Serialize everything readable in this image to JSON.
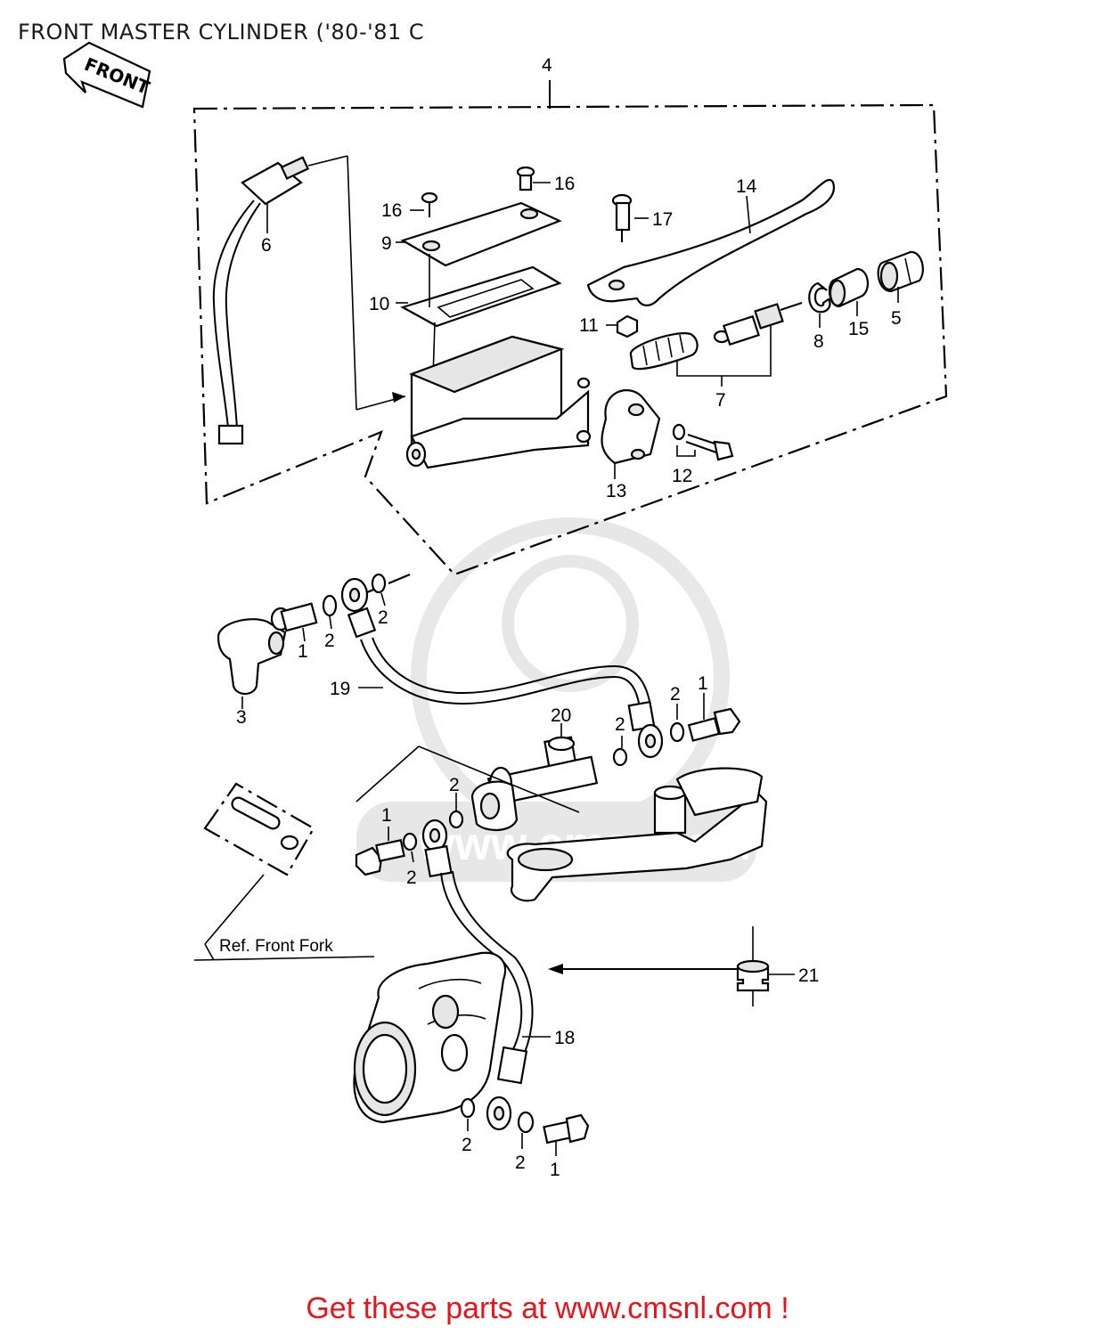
{
  "page": {
    "title": "FRONT MASTER CYLINDER ('80-'81 C",
    "cta": {
      "prefix": "Get these parts at ",
      "link_text": "www.cmsnl.com",
      "suffix": " !"
    }
  },
  "diagram": {
    "direction_label": "FRONT",
    "reference_note": "Ref.  Front Fork",
    "watermark_text": "www.cmsnl.com",
    "callouts": {
      "p1": "1",
      "p2": "2",
      "p3": "3",
      "p4": "4",
      "p5": "5",
      "p6": "6",
      "p7": "7",
      "p8": "8",
      "p9": "9",
      "p10": "10",
      "p11": "11",
      "p12": "12",
      "p13": "13",
      "p14": "14",
      "p15": "15",
      "p16": "16",
      "p17": "17",
      "p18": "18",
      "p19": "19",
      "p20": "20",
      "p21": "21"
    }
  }
}
